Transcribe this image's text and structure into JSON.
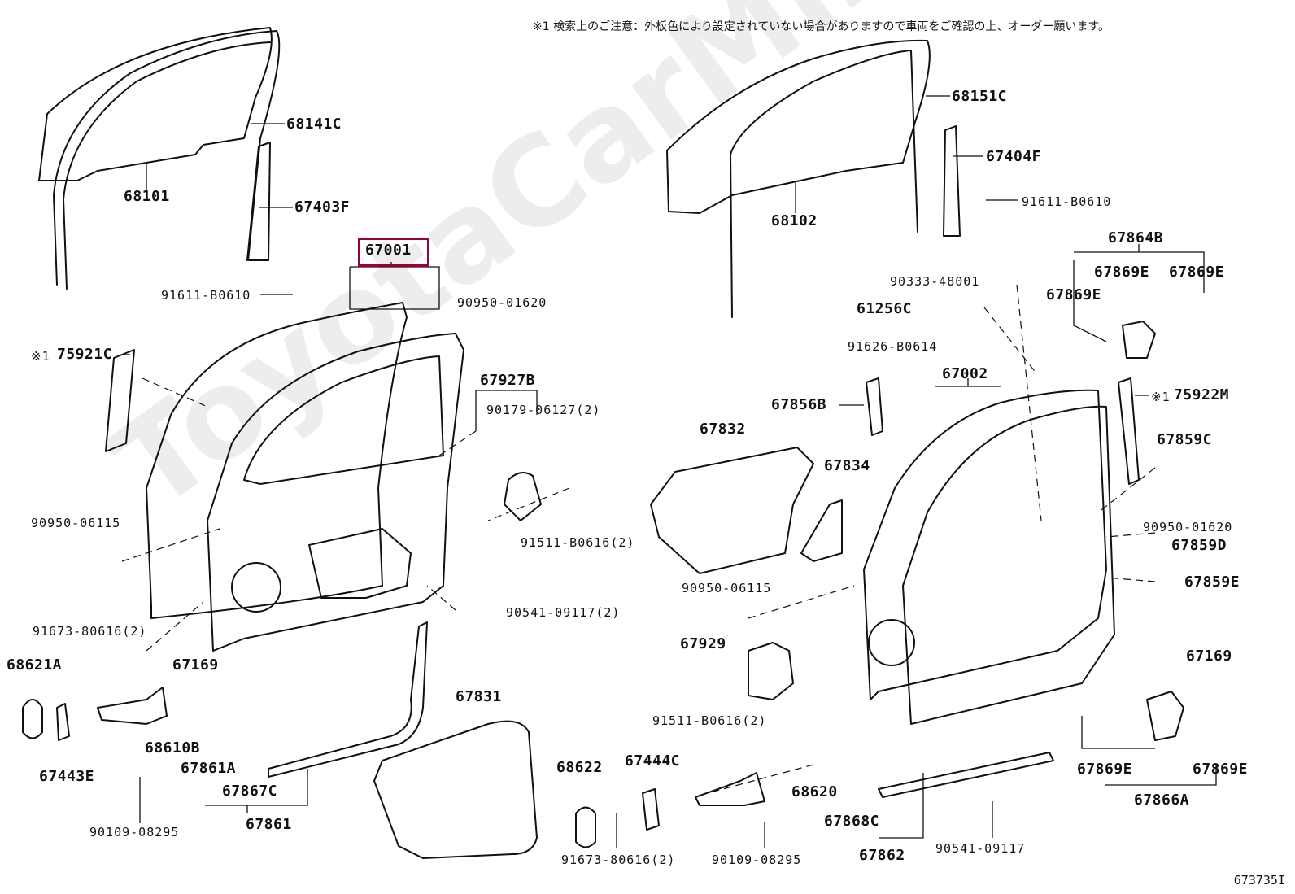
{
  "note": "※1 検索上のご注意：外板色により設定されていない場合がありますので車両をご確認の上、オーダー願います。",
  "watermark": "ToyotaCarMir.ru",
  "image_id": "673735I",
  "highlight_color": "#a0003a",
  "parts": {
    "p68141C": "68141C",
    "p68101": "68101",
    "p67403F": "67403F",
    "p67001": "67001",
    "p91611L": "91611-B0610",
    "p75921C": "75921C",
    "mark1L": "※1",
    "p90950_01620L": "90950-01620",
    "p67927B": "67927B",
    "p90179": "90179-06127(2)",
    "p90950_06115L": "90950-06115",
    "p91511L": "91511-B0616(2)",
    "p90541_2": "90541-09117(2)",
    "p91673L": "91673-80616(2)",
    "p68621A": "68621A",
    "p67169L": "67169",
    "p68610B": "68610B",
    "p67443E": "67443E",
    "p67861A": "67861A",
    "p67867C": "67867C",
    "p67861": "67861",
    "p67831": "67831",
    "p90109L": "90109-08295",
    "p68151C": "68151C",
    "p67404F": "67404F",
    "p68102": "68102",
    "p91611R": "91611-B0610",
    "p67864B": "67864B",
    "p67869E_a": "67869E",
    "p67869E_b": "67869E",
    "p67869E_c": "67869E",
    "p90333": "90333-48001",
    "p61256C": "61256C",
    "p91626": "91626-B0614",
    "p67002": "67002",
    "p75922M": "75922M",
    "mark1R": "※1",
    "p67856B": "67856B",
    "p67832": "67832",
    "p67834": "67834",
    "p67859C": "67859C",
    "p90950_01620R": "90950-01620",
    "p67859D": "67859D",
    "p67859E": "67859E",
    "p90950_06115R": "90950-06115",
    "p67929": "67929",
    "p67169R": "67169",
    "p91511R": "91511-B0616(2)",
    "p68622": "68622",
    "p67444C": "67444C",
    "p68620": "68620",
    "p67869E_d": "67869E",
    "p67869E_e": "67869E",
    "p67866A": "67866A",
    "p67868C": "67868C",
    "p67862": "67862",
    "p90541R": "90541-09117",
    "p91673R": "91673-80616(2)",
    "p90109R": "90109-08295"
  }
}
